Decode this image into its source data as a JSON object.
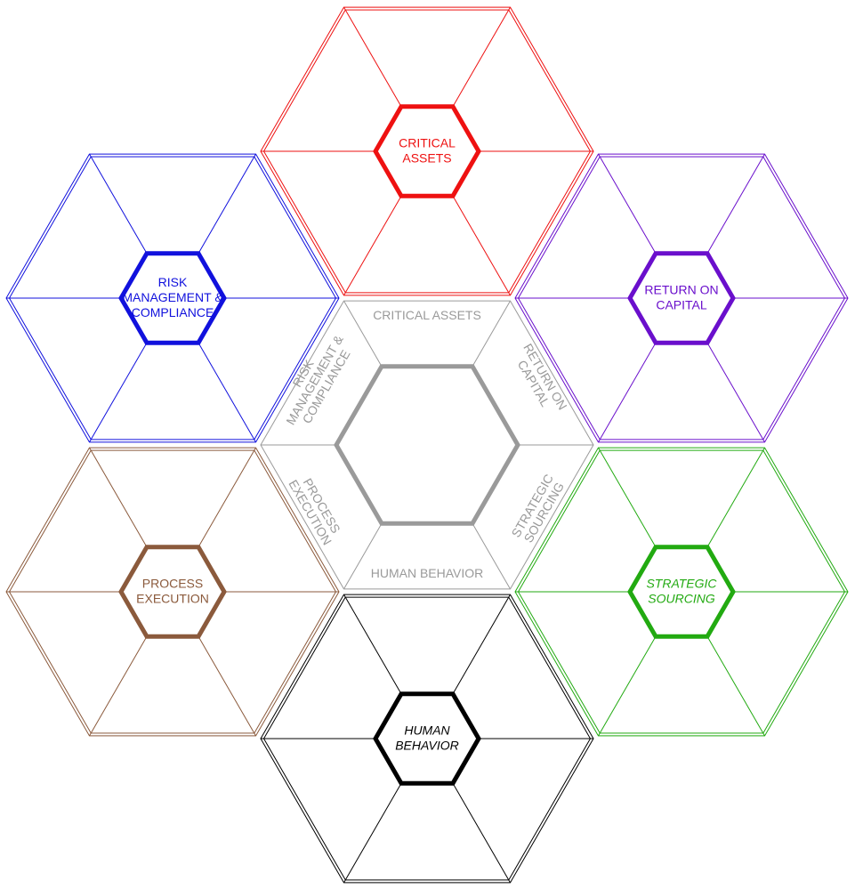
{
  "clusters": [
    {
      "id": "critical-assets",
      "lines": [
        "CRITICAL",
        "ASSETS"
      ],
      "italic": false,
      "color": "#ee1111"
    },
    {
      "id": "risk-management",
      "lines": [
        "RISK",
        "MANAGEMENT &",
        "COMPLIANCE"
      ],
      "italic": false,
      "color": "#1111dd"
    },
    {
      "id": "return-on-capital",
      "lines": [
        "RETURN ON",
        "CAPITAL"
      ],
      "italic": false,
      "color": "#6a0fcc"
    },
    {
      "id": "process-execution",
      "lines": [
        "PROCESS",
        "EXECUTION"
      ],
      "italic": false,
      "color": "#8b5a3c"
    },
    {
      "id": "strategic-sourcing",
      "lines": [
        "STRATEGIC",
        "SOURCING"
      ],
      "italic": true,
      "color": "#22aa11"
    },
    {
      "id": "human-behavior",
      "lines": [
        "HUMAN",
        "BEHAVIOR"
      ],
      "italic": true,
      "color": "#000000"
    }
  ],
  "center": {
    "color": "#9a9a9a",
    "segments": {
      "top": [
        "CRITICAL ASSETS"
      ],
      "upper_right": [
        "RETURN ON",
        "CAPITAL"
      ],
      "lower_right": [
        "STRATEGIC",
        "SOURCING"
      ],
      "bottom": [
        "HUMAN BEHAVIOR"
      ],
      "lower_left": [
        "PROCESS",
        "EXECUTION"
      ],
      "upper_left": [
        "RISK",
        "MANAGEMENT &",
        "COMPLIANCE"
      ]
    }
  }
}
